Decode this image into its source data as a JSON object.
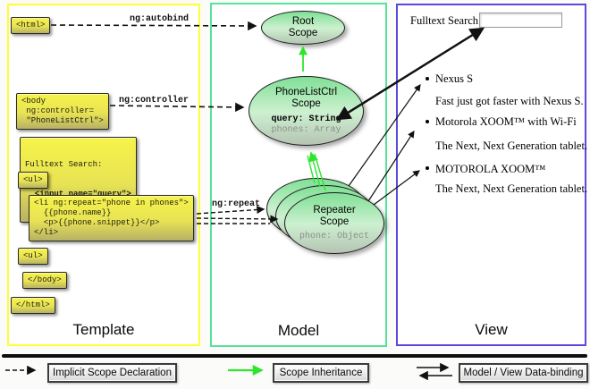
{
  "template_panel": {
    "label": "Template",
    "boxes": {
      "html_open": "<html>",
      "body_open": "<body\n ng:controller=\n \"PhoneListCtrl\">",
      "fulltext_label": "Fulltext Search:",
      "fulltext_input": "  <input name=\"query\">",
      "ul_open": "<ul>",
      "li_repeat": "<li ng:repeat=\"phone in phones\">\n  {{phone.name}}\n  <p>{{phone.snippet}}</p>\n</li>",
      "ul_close": "<ul>",
      "body_close": "</body>",
      "html_close": "</html>"
    },
    "connector_labels": {
      "autobind": "ng:autobind",
      "controller": "ng:controller",
      "repeat": "ng:repeat"
    }
  },
  "model_panel": {
    "label": "Model",
    "root_scope": {
      "name": "Root\nScope"
    },
    "phonelist_scope": {
      "name": "PhoneListCtrl\nScope",
      "prop1": "query: String",
      "prop2": "phones: Array"
    },
    "repeater_scope": {
      "name": "Repeater\nScope",
      "prop1": "phone: Object"
    }
  },
  "view_panel": {
    "label": "View",
    "search_label": "Fulltext Search:",
    "search_value": "",
    "items": [
      {
        "name": "Nexus S",
        "snippet": "Fast just got faster with Nexus S."
      },
      {
        "name": "Motorola XOOM™  with Wi-Fi",
        "snippet": "The Next, Next Generation tablet."
      },
      {
        "name": "MOTOROLA XOOM™",
        "snippet": "The Next, Next Generation tablet."
      }
    ]
  },
  "legend": {
    "implicit": "Implicit Scope Declaration",
    "inheritance": "Scope Inheritance",
    "binding": "Model / View Data-binding"
  },
  "colors": {
    "template_border": "#ffff35",
    "model_border": "#57e29c",
    "view_border": "#5b49dd",
    "codebox_yellow": "#f6f34a",
    "scope_green": "#80e096",
    "inheritance_arrow_green": "#2ee52e",
    "arrow_black": "#111111"
  }
}
